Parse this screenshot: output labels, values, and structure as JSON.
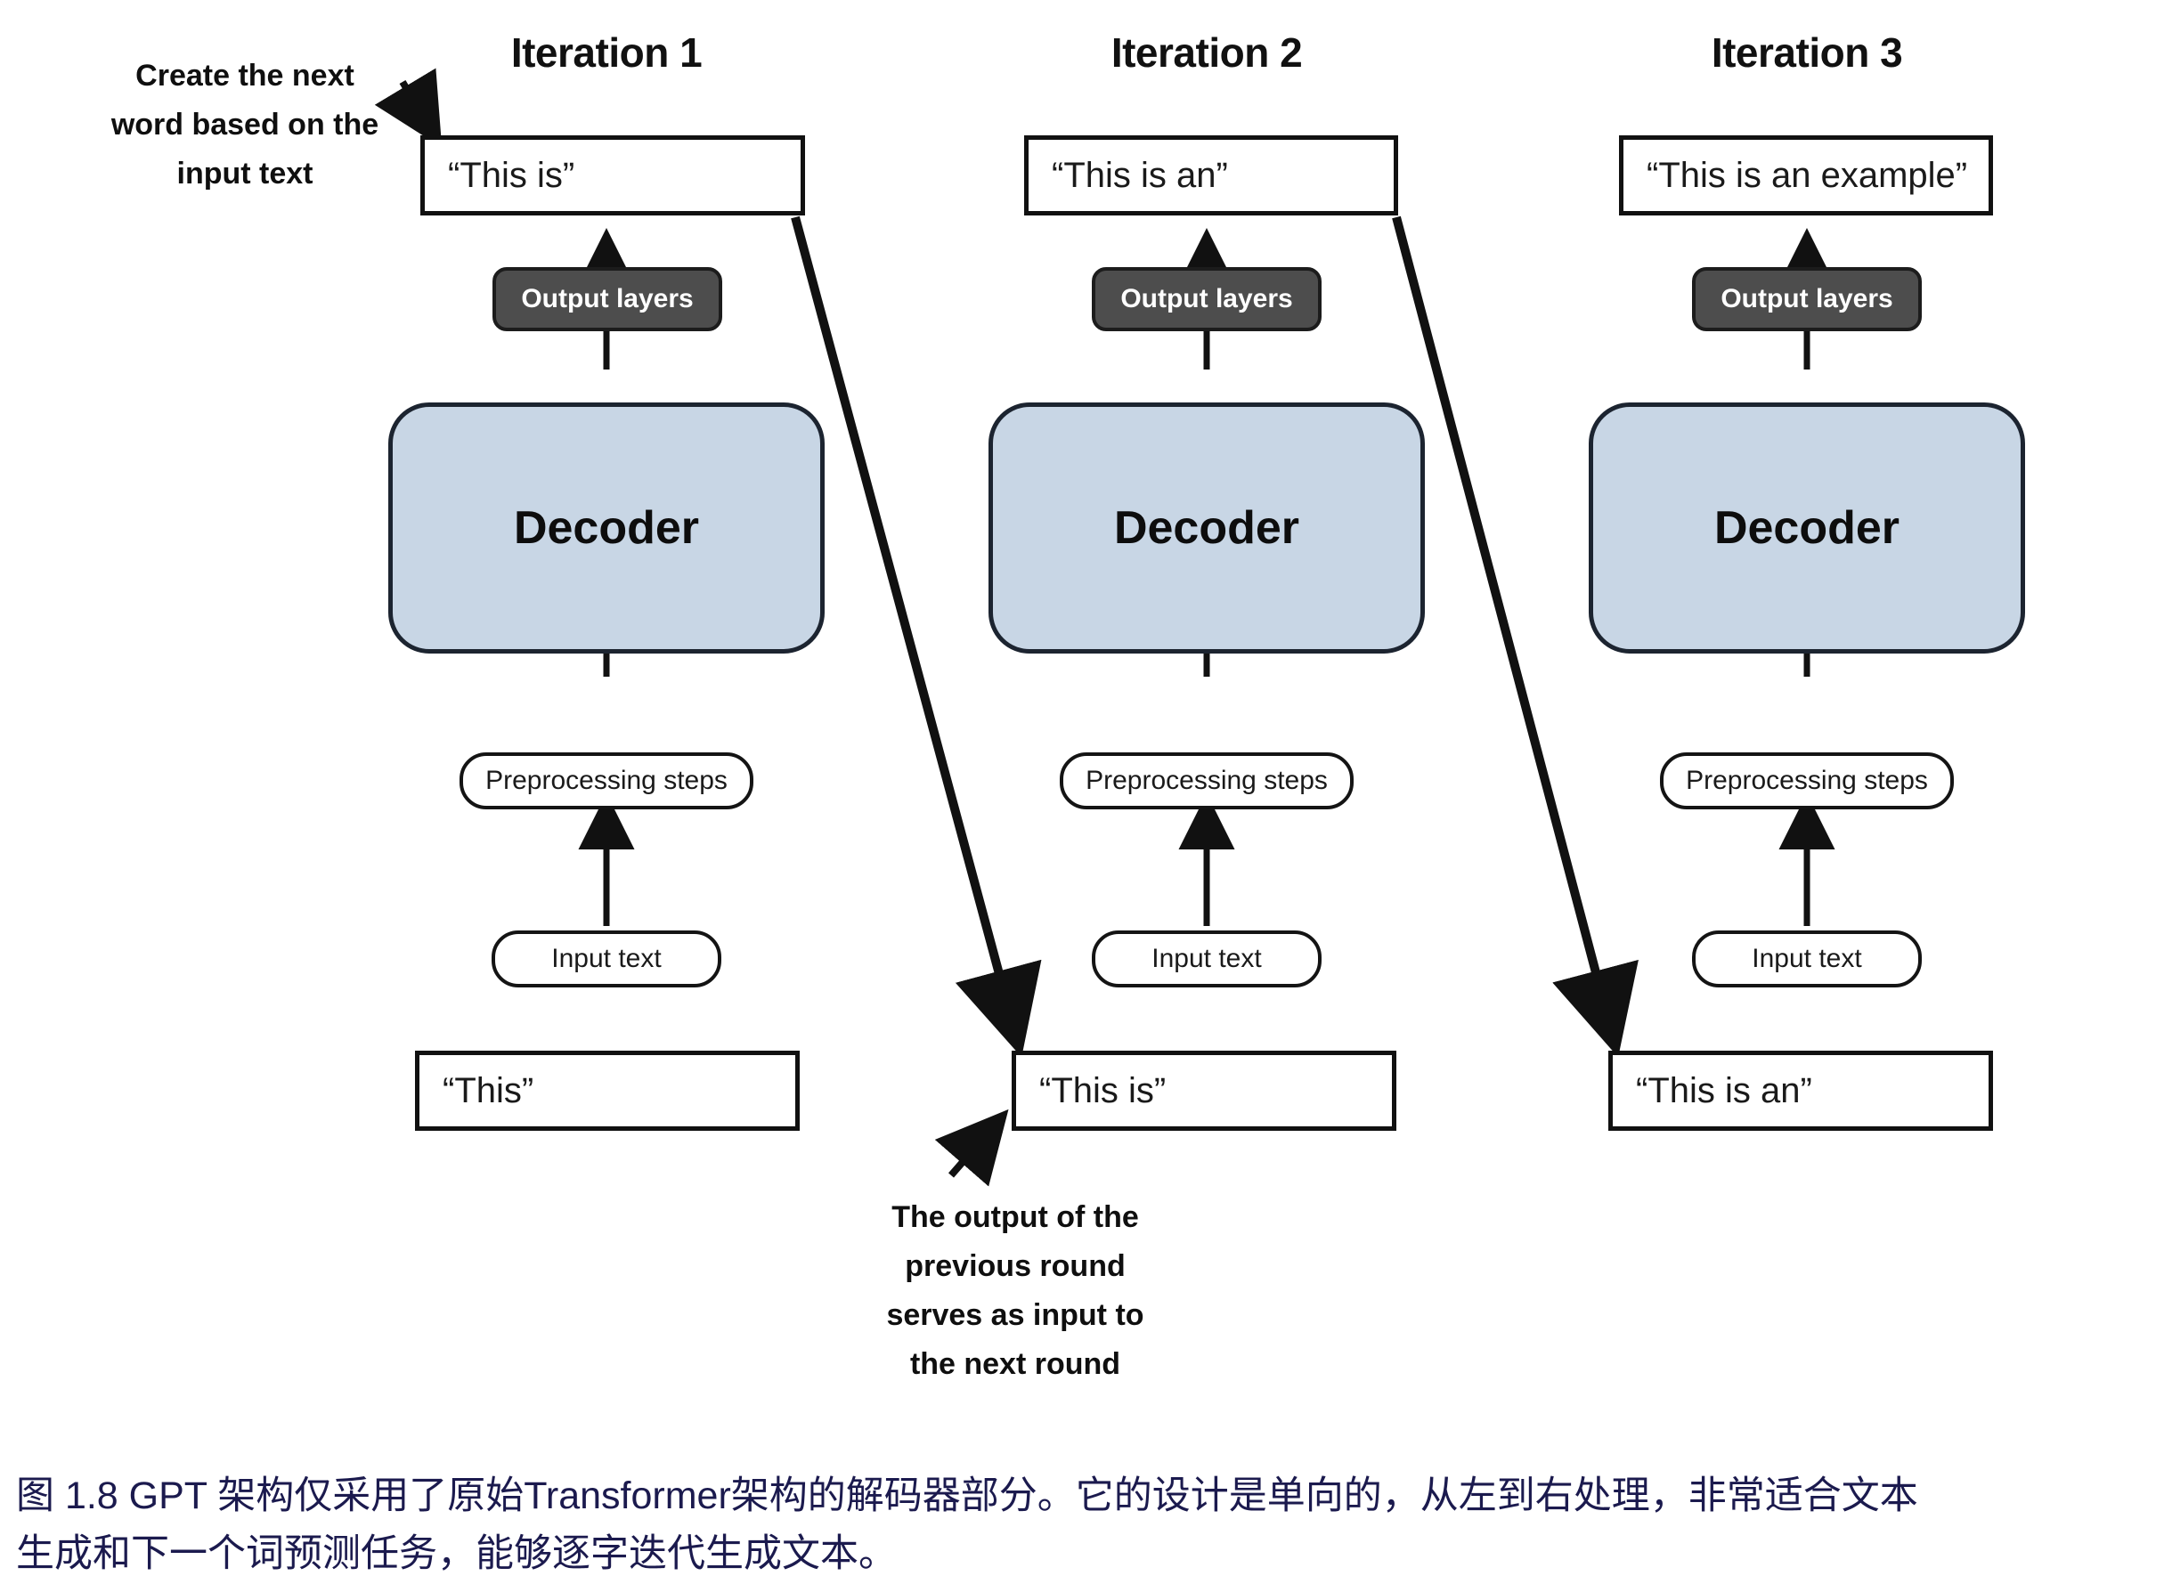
{
  "figure": {
    "title_visible": false,
    "columns": [
      {
        "heading": "Iteration 1",
        "output_box": "“This is”",
        "output_layers": "Output layers",
        "decoder": "Decoder",
        "preprocessing": "Preprocessing steps",
        "input_text": "Input text",
        "input_box": "“This”"
      },
      {
        "heading": "Iteration 2",
        "output_box": "“This is an”",
        "output_layers": "Output layers",
        "decoder": "Decoder",
        "preprocessing": "Preprocessing steps",
        "input_text": "Input text",
        "input_box": "“This is”"
      },
      {
        "heading": "Iteration 3",
        "output_box": "“This is an example”",
        "output_layers": "Output layers",
        "decoder": "Decoder",
        "preprocessing": "Preprocessing steps",
        "input_text": "Input text",
        "input_box": "“This is an”"
      }
    ],
    "annotations": {
      "top_left": "Create the next\nword based on the\ninput text",
      "bottom_center": "The output of the\nprevious round\nserves as input to\nthe next round"
    },
    "caption": {
      "line1": "图 1.8  GPT 架构仅采用了原始Transformer架构的解码器部分。它的设计是单向的，从左到右处理，非常适合文本",
      "line2": "生成和下一个词预测任务，能够逐字迭代生成文本。"
    },
    "colors": {
      "decoder_fill": "#c8d6e5",
      "output_layers_fill": "#4d4d4d",
      "box_border": "#111111",
      "caption_text": "#1b1a4e",
      "background": "#ffffff"
    }
  }
}
